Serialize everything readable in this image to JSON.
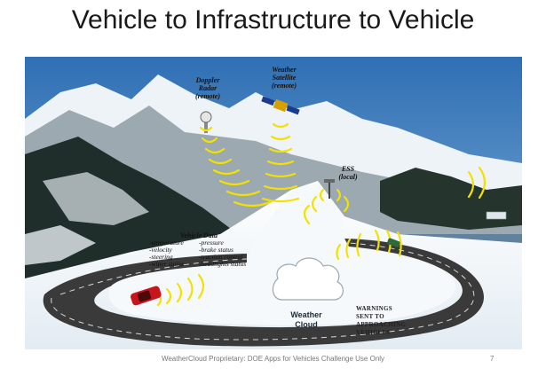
{
  "slide": {
    "title": "Vehicle to Infrastructure to Vehicle",
    "footer": "WeatherCloud Proprietary:  DOE Apps for Vehicles Challenge Use Only",
    "page_number": "7"
  },
  "diagram": {
    "doppler_radar": "Doppler\nRadar\n(remote)",
    "weather_satellite": "Weather\nSatellite\n(remote)",
    "ess": "ESS\n(local)",
    "cloud": "Weather\nCloud",
    "warnings": "WARNINGS\nSENT TO\nAPPROACHING\nVEHICLES",
    "vehicle_data": {
      "title": "Vehicle Data",
      "rows": [
        [
          "-temperature",
          "-pressure"
        ],
        [
          "-velocity",
          "-brake status"
        ],
        [
          "-steering",
          "-traction control"
        ],
        [
          "-wiper status",
          "-headlights status"
        ]
      ]
    }
  }
}
